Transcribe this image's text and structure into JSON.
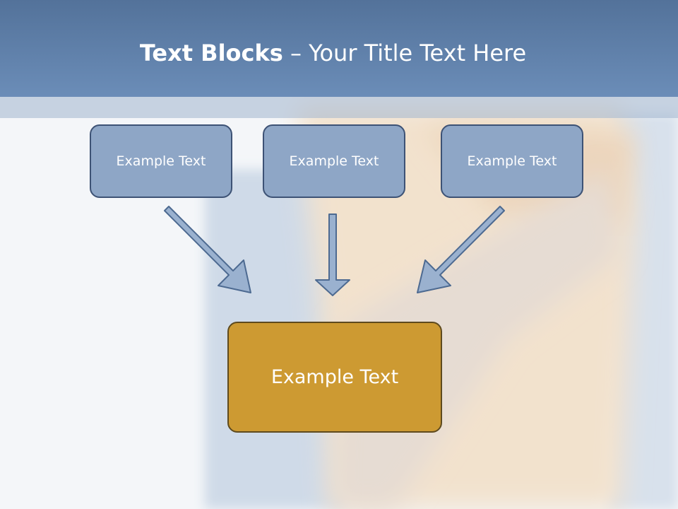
{
  "slide": {
    "title_bold": "Text Blocks",
    "title_rest": " – Your Title Text Here",
    "blocks": [
      {
        "label": "Example Text"
      },
      {
        "label": "Example Text"
      },
      {
        "label": "Example Text"
      }
    ],
    "target_block": {
      "label": "Example Text"
    }
  },
  "colors": {
    "header": "#6a8cb7",
    "small_box_fill": "#8ea6c6",
    "small_box_border": "#3d5275",
    "big_box_fill": "#cd9a32",
    "big_box_border": "#5e4a1e",
    "arrow_fill": "#9ab1cf",
    "arrow_stroke": "#4d6a91"
  }
}
